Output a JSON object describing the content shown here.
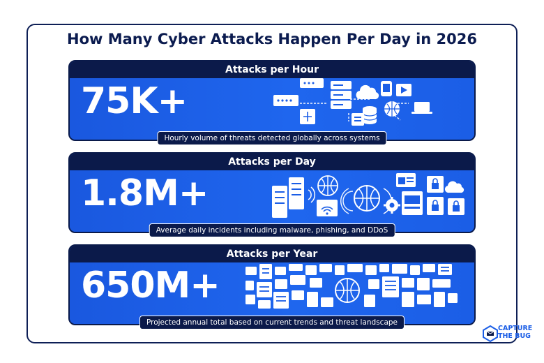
{
  "title": "How Many Cyber Attacks Happen Per Day in 2026",
  "panels": [
    {
      "heading": "Attacks per Hour",
      "value": "75K+",
      "caption": "Hourly volume of threats detected globally across systems"
    },
    {
      "heading": "Attacks per Day",
      "value": "1.8M+",
      "caption": "Average daily incidents including malware, phishing, and DDoS"
    },
    {
      "heading": "Attacks per Year",
      "value": "650M+",
      "caption": "Projected annual total based on current trends and threat landscape"
    }
  ],
  "logo": {
    "line1": "CAPTURE",
    "line2": "THE BUG"
  },
  "colors": {
    "navy": "#0b1a4a",
    "blue": "#1b5ee6",
    "white": "#ffffff"
  },
  "icons": [
    "server-stack-icon",
    "network-switch-icon",
    "cloud-icon",
    "globe-icon",
    "database-icon",
    "laptop-icon",
    "padlock-icon",
    "wifi-icon",
    "gear-icon",
    "mobile-phone-icon",
    "browser-window-icon"
  ]
}
